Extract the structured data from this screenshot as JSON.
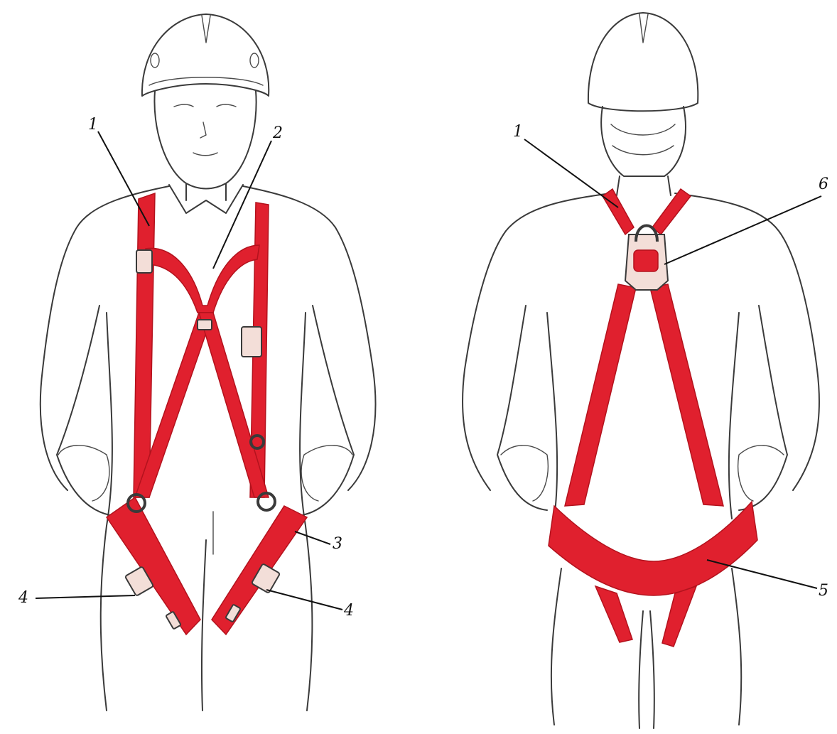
{
  "colors": {
    "strap": "#e0202e",
    "strap_edge": "#b3121d",
    "buckle": "#f3ded8",
    "outline": "#3a3a3a",
    "background": "#ffffff"
  },
  "views": [
    {
      "id": "front",
      "description_label": ""
    },
    {
      "id": "back",
      "description_label": ""
    }
  ],
  "callouts": {
    "front_1": "1",
    "front_2": "2",
    "front_3": "3",
    "front_4_left": "4",
    "front_4_right": "4",
    "back_1": "1",
    "back_5": "5",
    "back_6": "6"
  }
}
